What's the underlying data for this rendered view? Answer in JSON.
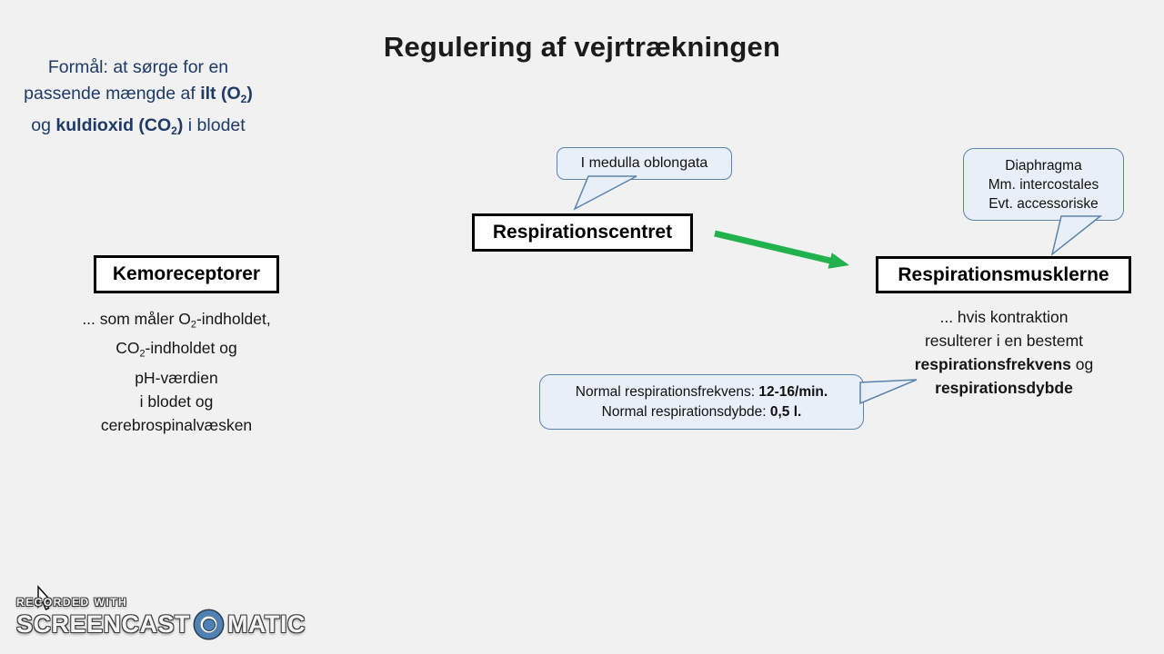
{
  "colors": {
    "background": "#f1f1f1",
    "navy": "#1e3a66",
    "green_arrow": "#21b24e",
    "bubble_fill": "#e9eff8",
    "bubble_border": "#5a83ad",
    "box_border": "#000000",
    "watermark_blue": "#4e81b4",
    "text_black": "#1b1b1b"
  },
  "slide": {
    "title": "Regulering af vejrtrækningen"
  },
  "purpose": {
    "lines": [
      [
        {
          "text": "Formål: at sørge for en"
        }
      ],
      [
        {
          "text": "passende mængde af "
        },
        {
          "text": "ilt",
          "bold": true
        },
        {
          "text": " (O",
          "bold": true
        },
        {
          "text": "2",
          "bold": true,
          "sub": true
        },
        {
          "text": ")",
          "bold": true
        }
      ],
      [
        {
          "text": "og "
        },
        {
          "text": "kuldioxid",
          "bold": true
        },
        {
          "text": " (CO",
          "bold": true
        },
        {
          "text": "2",
          "bold": true,
          "sub": true
        },
        {
          "text": ")",
          "bold": true
        },
        {
          "text": " i blodet"
        }
      ]
    ]
  },
  "nodes": {
    "respiration_center": {
      "label": "Respirationscentret"
    },
    "chemoreceptors": {
      "label": "Kemoreceptorer"
    },
    "respiratory_muscles": {
      "label": "Respirationsmusklerne"
    }
  },
  "callouts": {
    "medulla": {
      "lines": [
        [
          {
            "text": "I medulla oblongata"
          }
        ]
      ]
    },
    "muscle_names": {
      "lines": [
        [
          {
            "text": "Diaphragma"
          }
        ],
        [
          {
            "text": "Mm. intercostales"
          }
        ],
        [
          {
            "text": "Evt. accessoriske"
          }
        ]
      ]
    },
    "normal_values": {
      "lines": [
        [
          {
            "text": "Normal respirationsfrekvens: "
          },
          {
            "text": "12-16/min.",
            "bold": true
          }
        ],
        [
          {
            "text": "Normal respirationsdybde: "
          },
          {
            "text": "0,5 l.",
            "bold": true
          }
        ]
      ]
    }
  },
  "descriptions": {
    "chemoreceptors": {
      "lines": [
        [
          {
            "text": "... som måler O"
          },
          {
            "text": "2",
            "sub": true
          },
          {
            "text": "-indholdet,"
          }
        ],
        [
          {
            "text": "CO"
          },
          {
            "text": "2",
            "sub": true
          },
          {
            "text": "-indholdet og"
          }
        ],
        [
          {
            "text": "pH-værdien"
          }
        ],
        [
          {
            "text": "i blodet og"
          }
        ],
        [
          {
            "text": "cerebrospinalvæsken"
          }
        ]
      ]
    },
    "respiratory_muscles": {
      "lines": [
        [
          {
            "text": "... hvis kontraktion"
          }
        ],
        [
          {
            "text": "resulterer i en bestemt"
          }
        ],
        [
          {
            "text": "respirationsfrekvens",
            "bold": true
          },
          {
            "text": " og"
          }
        ],
        [
          {
            "text": "respirationsdybde",
            "bold": true
          }
        ]
      ]
    }
  },
  "watermark": {
    "recorded_with": "RECORDED WITH",
    "brand_left": "SCREENCAST",
    "brand_right": "MATIC"
  }
}
